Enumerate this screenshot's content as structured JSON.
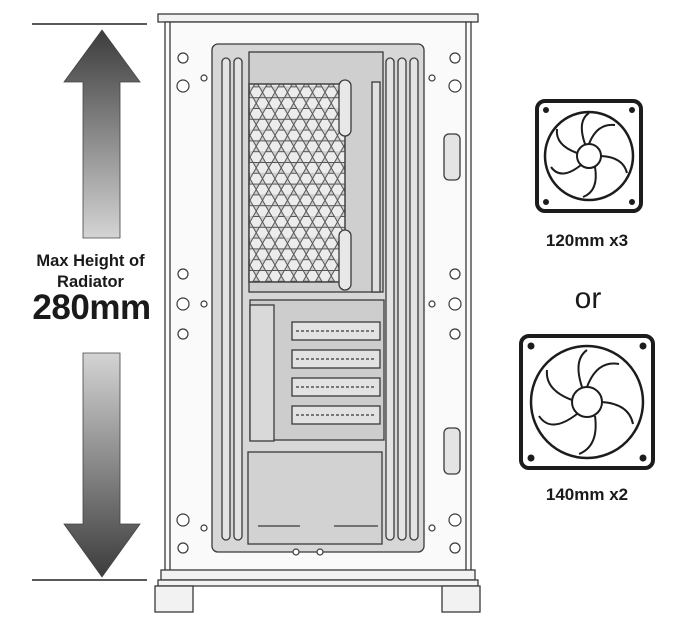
{
  "measurement": {
    "caption": "Max Height of Radiator",
    "value": "280mm"
  },
  "fan_options": {
    "option_a": "120mm x3",
    "separator": "or",
    "option_b": "140mm x2"
  },
  "colors": {
    "line": "#3a3a3a",
    "panel": "#d7d7d7",
    "arrow_dark": "#3c3c3c",
    "arrow_light": "#cfcfcf",
    "fan_frame": "#1c1c1c"
  },
  "icons": [
    "up-arrow-icon",
    "down-arrow-icon",
    "fan-icon"
  ]
}
